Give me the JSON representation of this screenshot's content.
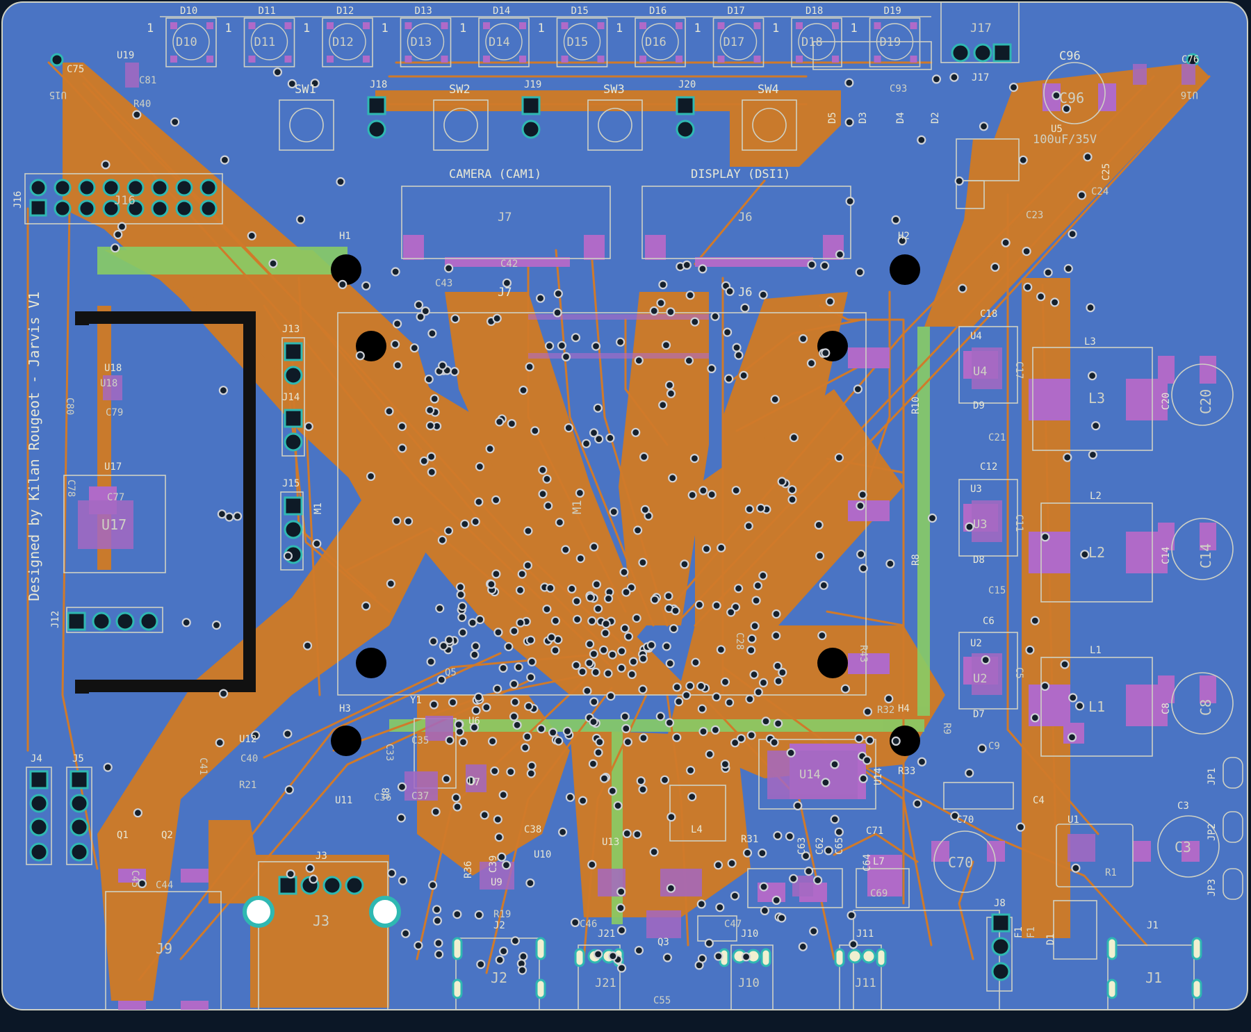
{
  "board": {
    "credit": "Designed by Kilan Rougeot  -  Jarvis V1",
    "colors": {
      "background": "#0b1726",
      "board": "#4a74c4",
      "copper": "#d07a2a",
      "pads": "#b06ac8",
      "silkscreen": "#e8e8d6",
      "green_pour": "#88cc66"
    }
  },
  "labels": {
    "camera": "CAMERA (CAM1)",
    "display": "DISPLAY (DSI1)",
    "cap_value": "100uF/35V",
    "j7": "J7",
    "j6": "J6",
    "j7_ref": "J7",
    "j6_ref": "J6",
    "m1": "M1",
    "h1": "H1",
    "h2": "H2",
    "h3": "H3",
    "h4": "H4",
    "j16": "J16",
    "j16_fab": "J16",
    "j13": "J13",
    "j14": "J14",
    "j15": "J15",
    "j12": "J12",
    "j4": "J4",
    "j5": "J5",
    "j17": "J17",
    "j17_fab": "J17",
    "j18": "J18",
    "j19": "J19",
    "j20": "J20",
    "sw1": "SW1",
    "sw2": "SW2",
    "sw3": "SW3",
    "sw4": "SW4",
    "u19": "U19",
    "u18": "U18",
    "u18_fab": "U18",
    "u17": "U17",
    "u17_fab": "U17",
    "u16": "U16",
    "u15": "U15",
    "u12": "U12",
    "u11": "U11",
    "u8": "U8",
    "u7": "U7",
    "u6": "U6",
    "u10": "U10",
    "u13": "U13",
    "u9": "U9",
    "u14": "U14",
    "u14_fab": "U14",
    "u5": "U5",
    "u4": "U4",
    "u3": "U3",
    "u2": "U2",
    "u1": "U1",
    "u4_fab": "U4",
    "u3_fab": "U3",
    "u2_fab": "U2",
    "l1": "L1",
    "l2": "L2",
    "l3": "L3",
    "l1_fab": "L1",
    "l2_fab": "L2",
    "l3_fab": "L3",
    "l4": "L4",
    "l7": "L7",
    "c96": "C96",
    "c96_fab": "C96",
    "c76": "C76",
    "c75": "C75",
    "c20": "C20",
    "c20_fab": "C20",
    "c14": "C14",
    "c14_fab": "C14",
    "c8": "C8",
    "c8_fab": "C8",
    "c3": "C3",
    "c3_fab": "C3",
    "c70": "C70",
    "c70_fab": "C70",
    "c71": "C71",
    "c18": "C18",
    "c12": "C12",
    "c6": "C6",
    "c4": "C4",
    "c38": "C38",
    "c28": "C28",
    "c80": "C80",
    "c79": "C79",
    "c81": "C81",
    "c78": "C78",
    "c77": "C77",
    "c41": "C41",
    "c40": "C40",
    "c42": "C42",
    "c43": "C43",
    "c93": "C93",
    "c25": "C25",
    "c24": "C24",
    "c23": "C23",
    "c17": "C17",
    "c11": "C11",
    "c5": "C5",
    "c9": "C9",
    "c15": "C15",
    "c21": "C21",
    "c44": "C44",
    "c45": "C45",
    "c69": "C69",
    "c63": "C63",
    "c64": "C64",
    "c65": "C65",
    "c62": "C62",
    "c55": "C55",
    "c46": "C46",
    "c47": "C47",
    "c36": "C36",
    "c35": "C35",
    "c37": "C37",
    "c39": "C39",
    "c33": "C33",
    "r40": "R40",
    "r21": "R21",
    "r10": "R10",
    "r8": "R8",
    "r9": "R9",
    "r33": "R33",
    "r31": "R31",
    "r32": "R32",
    "r43": "R43",
    "r36": "R36",
    "r19": "R19",
    "r1": "R1",
    "d1": "D1",
    "d2": "D2",
    "d3": "D3",
    "d4": "D4",
    "d5": "D5",
    "d7": "D7",
    "d8": "D8",
    "d9": "D9",
    "jp1": "JP1",
    "jp2": "JP2",
    "jp3": "JP3",
    "f1": "F1",
    "q1": "Q1",
    "q2": "Q2",
    "q3": "Q3",
    "q5": "Q5",
    "y1": "Y1",
    "j1": "J1",
    "j1_fab": "J1",
    "j2": "J2",
    "j2_fab": "J2",
    "j3": "J3",
    "j3_fab": "J3",
    "j8": "J8",
    "j9": "J9",
    "j10": "J10",
    "j10_fab": "J10",
    "j11": "J11",
    "j11_fab": "J11",
    "j21": "J21",
    "j21_fab": "J21"
  },
  "led_row": [
    {
      "ref": "D10",
      "fab": "D10",
      "pin": "1"
    },
    {
      "ref": "D11",
      "fab": "D11",
      "pin": "1"
    },
    {
      "ref": "D12",
      "fab": "D12",
      "pin": "1"
    },
    {
      "ref": "D13",
      "fab": "D13",
      "pin": "1"
    },
    {
      "ref": "D14",
      "fab": "D14",
      "pin": "1"
    },
    {
      "ref": "D15",
      "fab": "D15",
      "pin": "1"
    },
    {
      "ref": "D16",
      "fab": "D16",
      "pin": "1"
    },
    {
      "ref": "D17",
      "fab": "D17",
      "pin": "1"
    },
    {
      "ref": "D18",
      "fab": "D18",
      "pin": "1"
    },
    {
      "ref": "D19",
      "fab": "D19",
      "pin": "1"
    }
  ]
}
